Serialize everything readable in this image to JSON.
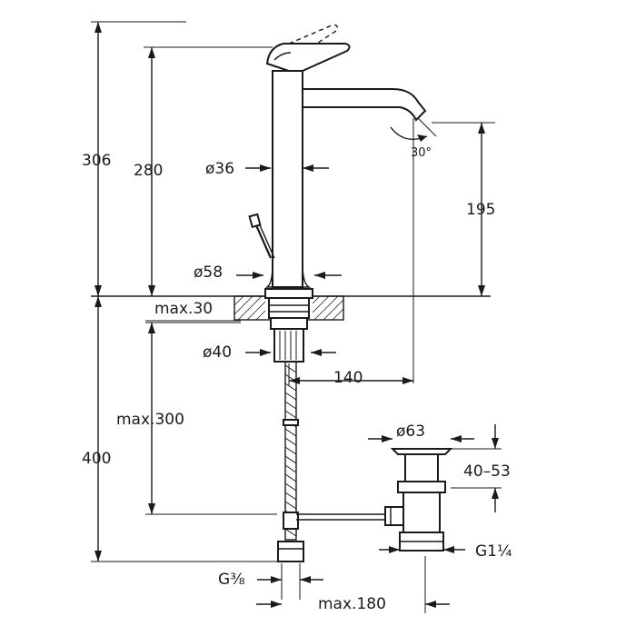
{
  "dimensions": {
    "overall_height": "306",
    "height_above_deck": "280",
    "body_diameter": "ø36",
    "base_diameter": "ø58",
    "spout_height": "195",
    "spout_angle": "30°",
    "deck_thickness": "max.30",
    "shank_diameter": "ø40",
    "spout_reach": "140",
    "hose_length": "max.300",
    "below_deck_height": "400",
    "waste_diameter": "ø63",
    "waste_range": "40–53",
    "waste_thread": "G1¼",
    "inlet_thread": "G⅜",
    "pop_up_distance": "max.180"
  }
}
